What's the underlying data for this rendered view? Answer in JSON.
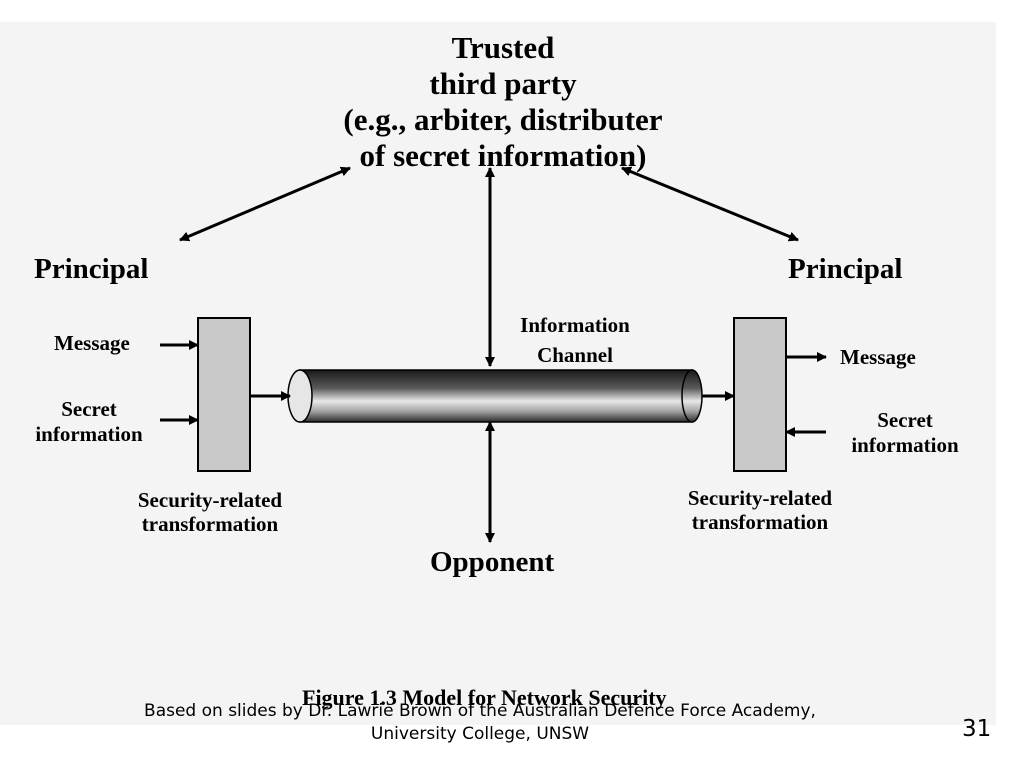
{
  "ttp": {
    "lines": [
      "Trusted",
      "third party",
      "(e.g., arbiter, distributer",
      "of secret information)"
    ]
  },
  "principal_left": "Principal",
  "principal_right": "Principal",
  "channel": {
    "lines": [
      "Information",
      "Channel"
    ]
  },
  "left": {
    "message": "Message",
    "secret": [
      "Secret",
      "information"
    ],
    "transformation": [
      "Security-related",
      "transformation"
    ]
  },
  "right": {
    "message": "Message",
    "secret": [
      "Secret",
      "information"
    ],
    "transformation": [
      "Security-related",
      "transformation"
    ]
  },
  "opponent": "Opponent",
  "figure_caption": "Figure 1.3   Model for Network Security",
  "footer": {
    "lines": [
      "Based on slides by Dr. Lawrie Brown of the Australian Defence Force Academy,",
      "University College, UNSW"
    ]
  },
  "page_number": "31"
}
